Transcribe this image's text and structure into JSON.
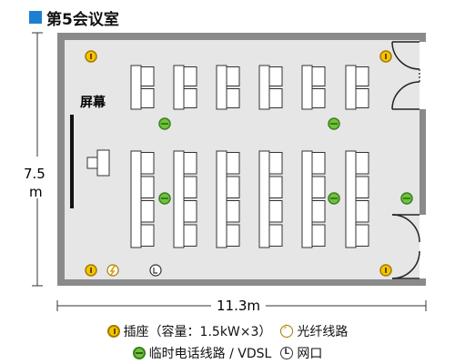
{
  "header": {
    "title": "第5会议室"
  },
  "room": {
    "screen_label": "屏幕",
    "height_value": "7.5",
    "height_unit": "m",
    "width_label": "11.3m"
  },
  "legend": {
    "outlet": "插座（容量：1.5kW×3）",
    "fiber": "光纤线路",
    "phone": "临时电话线路 / VDSL",
    "lan": "网口"
  },
  "colors": {
    "accent": "#1e7fd0",
    "wall": "#8a8a8a",
    "floor": "#e6e6e6",
    "outlet": "#f5c400",
    "phone_line": "#6fc23d"
  },
  "icons": [
    "outlet-icon",
    "fiber-line-icon",
    "phone-line-icon",
    "lan-port-icon"
  ]
}
